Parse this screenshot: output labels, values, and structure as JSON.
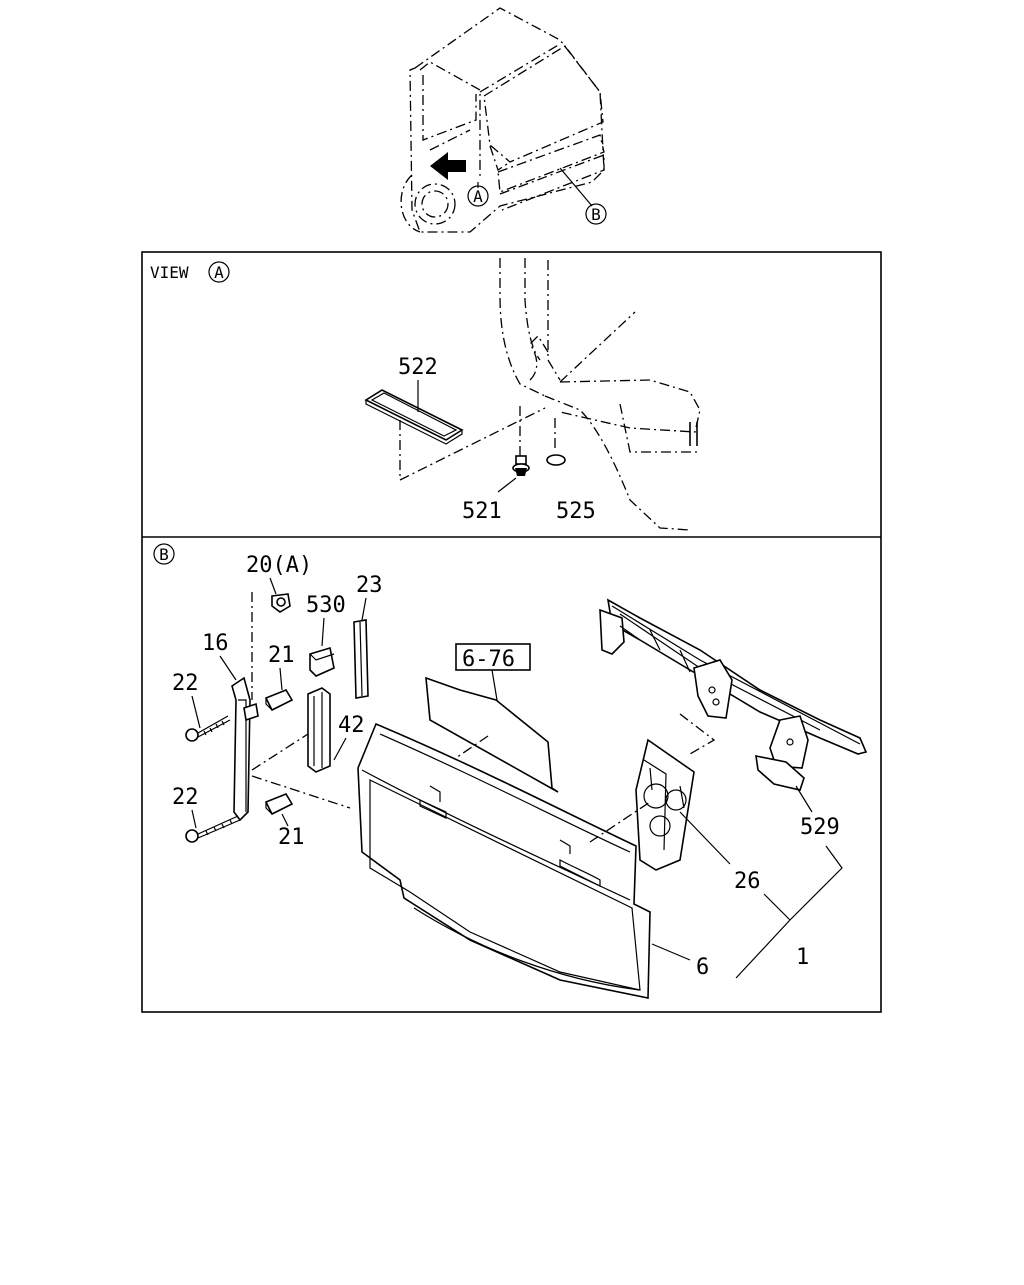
{
  "callouts": {
    "view_a_marker": "A",
    "view_b_marker": "B",
    "view_title": "VIEW",
    "view_letter": "A",
    "section_b_letter": "B"
  },
  "labels": {
    "p522": "522",
    "p521": "521",
    "p525": "525",
    "p20a": "20(A)",
    "p530": "530",
    "p23": "23",
    "p16": "16",
    "p21_top": "21",
    "p22_top": "22",
    "p42": "42",
    "p22_bottom": "22",
    "p21_bottom": "21",
    "p6_76": "6-76",
    "p529": "529",
    "p26": "26",
    "p1": "1",
    "p6": "6"
  }
}
